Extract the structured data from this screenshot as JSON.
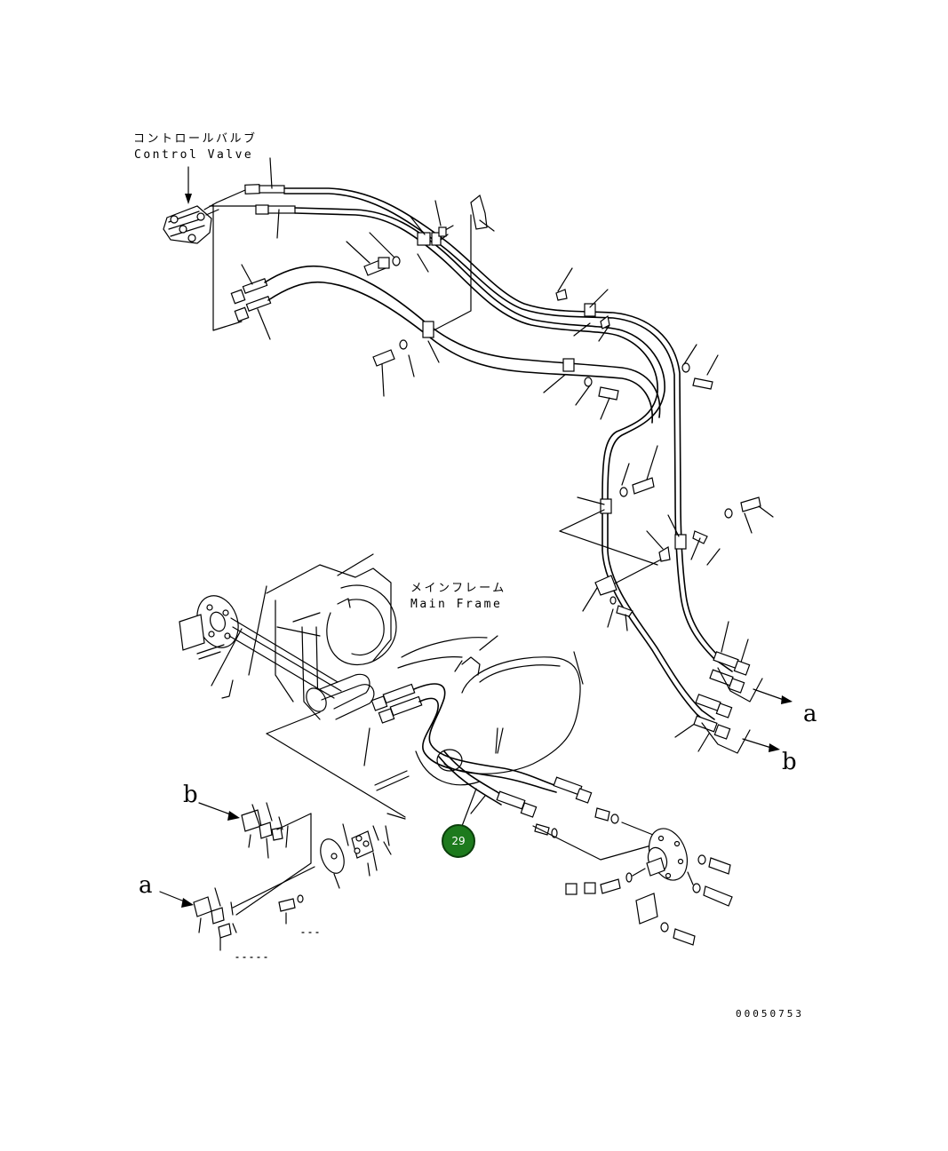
{
  "labels": {
    "control_valve_jp": "コントロールバルブ",
    "control_valve_en": "Control Valve",
    "main_frame_jp": "メインフレーム",
    "main_frame_en": "Main Frame"
  },
  "connection_markers": {
    "a_right": "a",
    "b_right": "b",
    "b_left": "b",
    "a_left": "a"
  },
  "callout": {
    "number": "29",
    "color": "#1d7a1d"
  },
  "drawing_number": "00050753"
}
